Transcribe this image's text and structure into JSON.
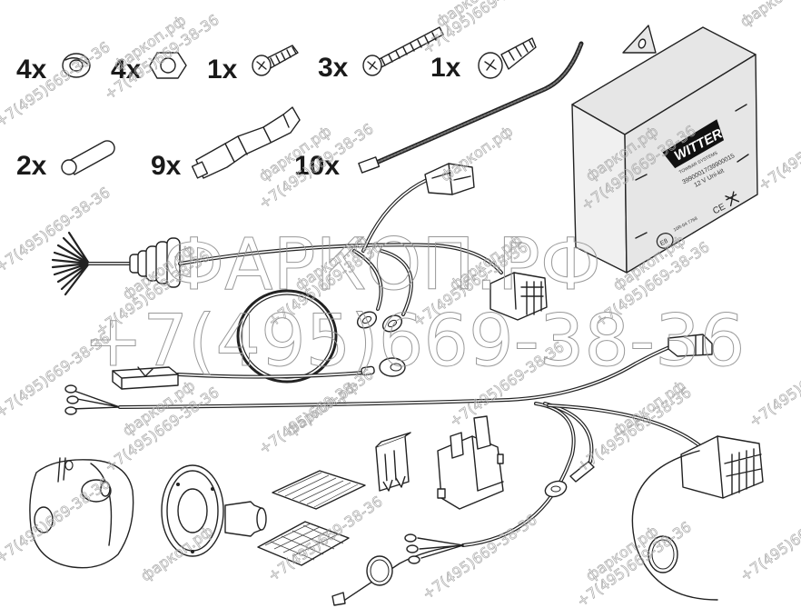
{
  "product": {
    "title": "Towbar wiring kit contents",
    "module": {
      "brand": "WITTER",
      "brand_sub": "TOWBAR SYSTEMS",
      "part_numbers": "39900017/39900015",
      "description": "12 V Uni-kit",
      "approval_mark": "E8",
      "approval_text": "10R-04 7768",
      "ce_mark": "CE"
    }
  },
  "hardware": [
    {
      "id": "spring-washer",
      "qty": "4x"
    },
    {
      "id": "hex-nut",
      "qty": "4x"
    },
    {
      "id": "short-screw",
      "qty": "1x"
    },
    {
      "id": "long-screw",
      "qty": "3x"
    },
    {
      "id": "self-tapping-screw",
      "qty": "1x"
    },
    {
      "id": "sleeve",
      "qty": "2x"
    },
    {
      "id": "scotch-lock-connector",
      "qty": "9x"
    },
    {
      "id": "cable-tie",
      "qty": "10x"
    }
  ],
  "watermark": {
    "site": "фаркоп.рф",
    "phone": "+7(495)669-38-36",
    "big_site": "ФАРКОП.РФ",
    "big_phone": "+7(495)669-38-36"
  }
}
